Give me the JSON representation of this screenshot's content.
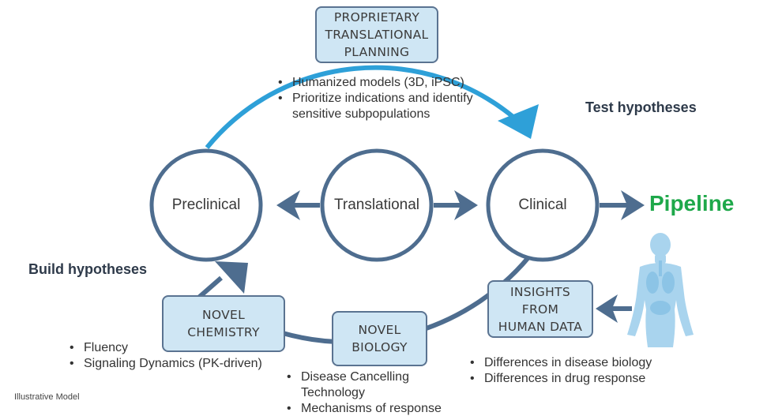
{
  "circles": {
    "preclinical": "Preclinical",
    "translational": "Translational",
    "clinical": "Clinical"
  },
  "boxes": {
    "planning": [
      "PROPRIETARY",
      "TRANSLATIONAL",
      "PLANNING"
    ],
    "chemistry": [
      "NOVEL",
      "CHEMISTRY"
    ],
    "biology": [
      "NOVEL",
      "BIOLOGY"
    ],
    "insights": [
      "INSIGHTS",
      "FROM",
      "HUMAN DATA"
    ]
  },
  "headings": {
    "test": "Test hypotheses",
    "build": "Build hypotheses",
    "pipeline": "Pipeline"
  },
  "bullets": {
    "planning": [
      "Humanized models (3D, iPSC)",
      "Prioritize indications and identify sensitive subpopulations"
    ],
    "chemistry": [
      "Fluency",
      "Signaling Dynamics (PK-driven)"
    ],
    "biology": [
      "Disease Cancelling Technology",
      "Mechanisms of response"
    ],
    "insights": [
      "Differences in disease biology",
      "Differences in drug response"
    ]
  },
  "footnote": "Illustrative Model",
  "colors": {
    "circle_stroke": "#4e6d8f",
    "arc_blue": "#2ea0d8",
    "box_fill": "#cfe6f4",
    "pipeline_green": "#1ea84a",
    "human_figure": "#a9d4ee"
  },
  "icons": {
    "human": "human-body-icon"
  }
}
